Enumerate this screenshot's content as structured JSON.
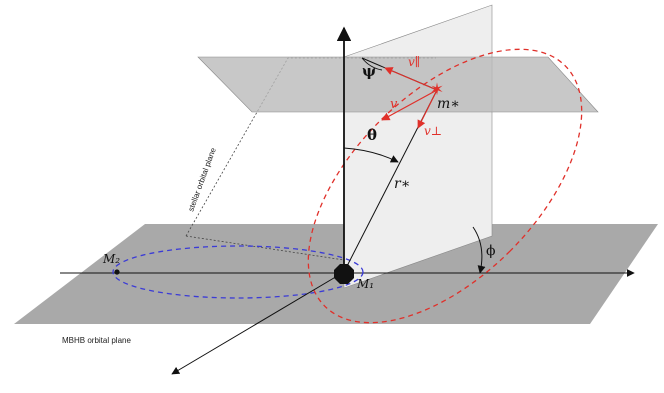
{
  "colors": {
    "orbit_red": "#e0302a",
    "orbit_blue": "#3b3bd6",
    "plane_dark": "#a9a9a9",
    "plane_light": "#d6d6d6",
    "ink": "#111111"
  },
  "labels": {
    "m2": "M₂",
    "m1": "M₁",
    "m_star": "m∗",
    "r_star": "r∗",
    "theta": "θ",
    "phi": "ϕ",
    "psi": "ψ",
    "v": "v",
    "v_parallel": "v∥",
    "v_perp": "v⊥",
    "stellar_plane": "stellar orbital plane",
    "mbhb_plane": "MBHB orbital plane"
  },
  "icons": {
    "m_star_marker": "star-icon",
    "m1_marker": "octagon-icon"
  }
}
